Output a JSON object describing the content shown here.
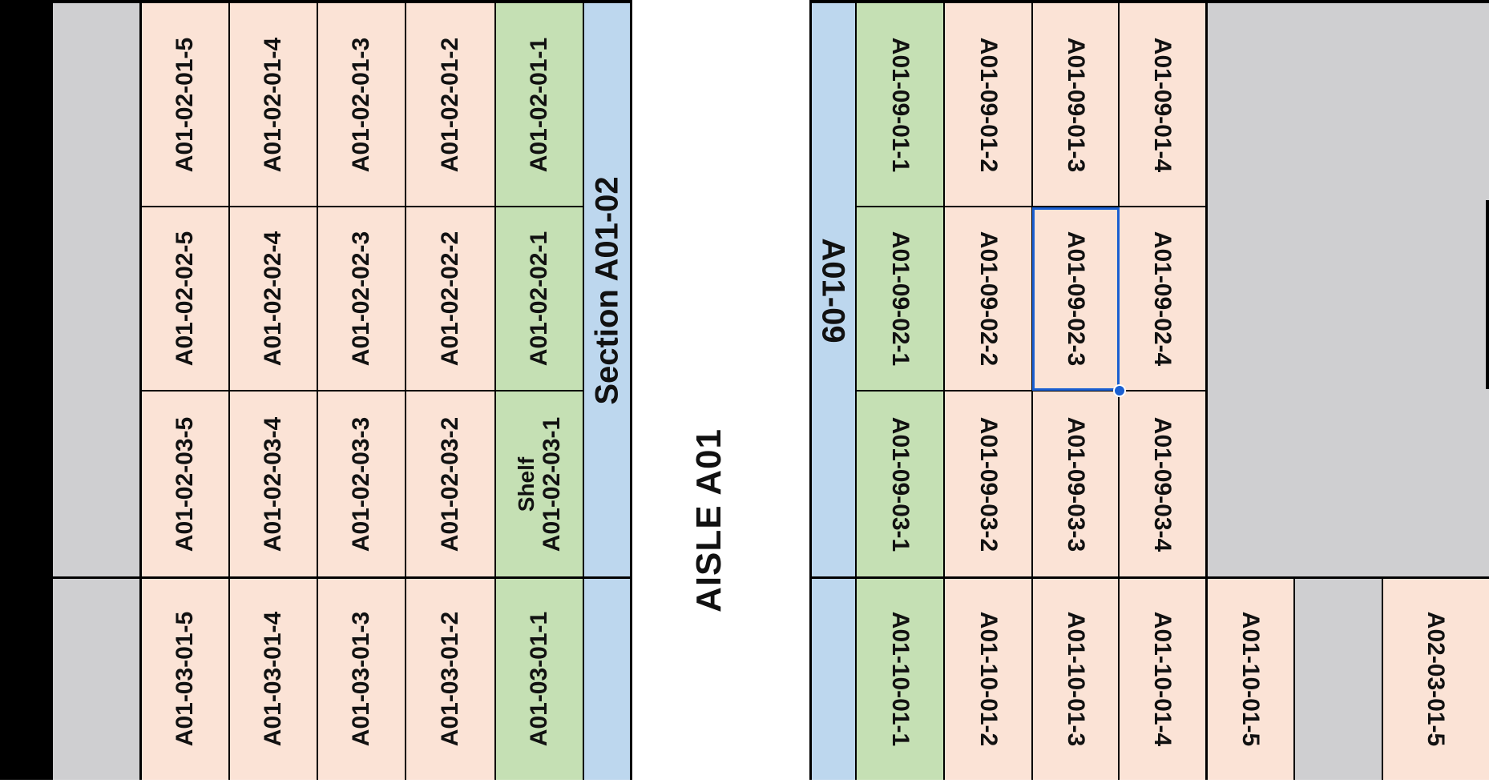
{
  "aisle_label": "AISLE A01",
  "left_block": {
    "section_label": "Section A01-02",
    "shelf_prefix": "Shelf",
    "rows": [
      [
        "A01-02-01-5",
        "A01-02-01-4",
        "A01-02-01-3",
        "A01-02-01-2",
        "A01-02-01-1"
      ],
      [
        "A01-02-02-5",
        "A01-02-02-4",
        "A01-02-02-3",
        "A01-02-02-2",
        "A01-02-02-1"
      ],
      [
        "A01-02-03-5",
        "A01-02-03-4",
        "A01-02-03-3",
        "A01-02-03-2",
        "A01-02-03-1"
      ],
      [
        "A01-03-01-5",
        "A01-03-01-4",
        "A01-03-01-3",
        "A01-03-01-2",
        "A01-03-01-1"
      ]
    ]
  },
  "right_block": {
    "section_label": "A01-09",
    "rows": [
      [
        "A01-09-01-1",
        "A01-09-01-2",
        "A01-09-01-3",
        "A01-09-01-4"
      ],
      [
        "A01-09-02-1",
        "A01-09-02-2",
        "A01-09-02-3",
        "A01-09-02-4"
      ],
      [
        "A01-09-03-1",
        "A01-09-03-2",
        "A01-09-03-3",
        "A01-09-03-4"
      ],
      [
        "A01-10-01-1",
        "A01-10-01-2",
        "A01-10-01-3",
        "A01-10-01-4",
        "A01-10-01-5"
      ]
    ],
    "far_right_cell": "A02-03-01-5",
    "selected_cell": "A01-09-02-3"
  },
  "colors": {
    "shelf_fill": "#fbe3d6",
    "first_shelf_fill": "#c5e0b4",
    "section_fill": "#bdd7ee",
    "empty_fill": "#cfcfd1",
    "selection_border": "#1a5fd1"
  }
}
